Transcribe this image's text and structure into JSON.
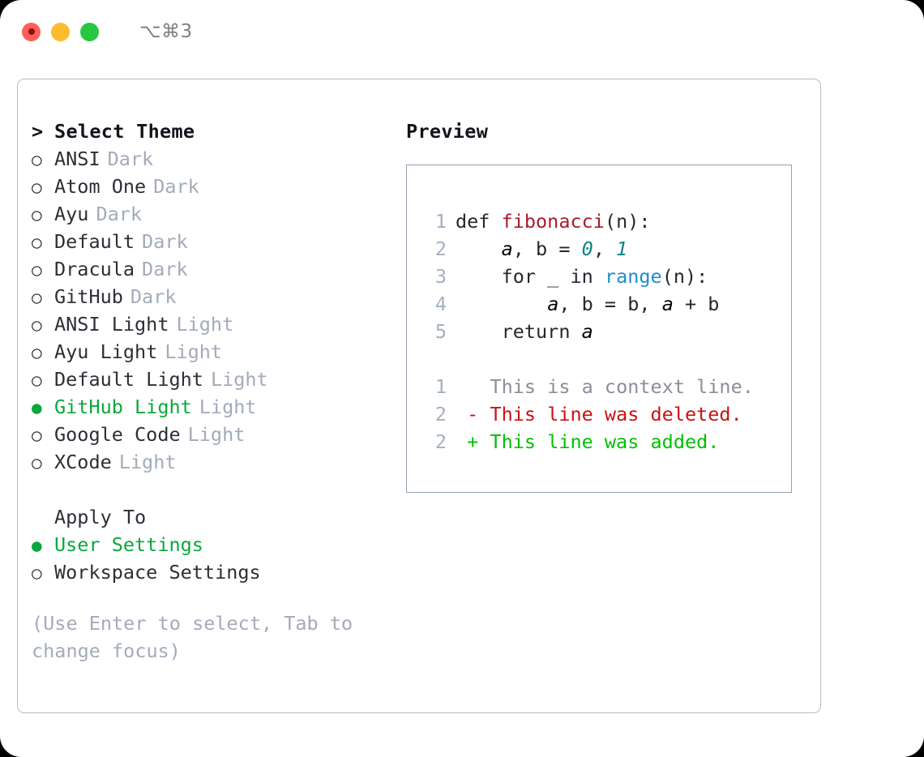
{
  "window": {
    "traffic_lights": [
      "close",
      "minimize",
      "maximize"
    ],
    "shortcut_label": "⌥⌘3",
    "colors": {
      "red": "#ff5f57",
      "yellow": "#fdbc2e",
      "green": "#27c83f",
      "accent_green": "#0aa83c",
      "muted": "#a3abba",
      "panel_border": "#b3bcc8",
      "code_border": "#93a0b0"
    }
  },
  "theme_list": {
    "header_marker": ">",
    "header_label": "Select Theme",
    "items": [
      {
        "marker": "○",
        "label": "ANSI",
        "tag": "Dark",
        "selected": false
      },
      {
        "marker": "○",
        "label": "Atom One",
        "tag": "Dark",
        "selected": false
      },
      {
        "marker": "○",
        "label": "Ayu",
        "tag": "Dark",
        "selected": false
      },
      {
        "marker": "○",
        "label": "Default",
        "tag": "Dark",
        "selected": false
      },
      {
        "marker": "○",
        "label": "Dracula",
        "tag": "Dark",
        "selected": false
      },
      {
        "marker": "○",
        "label": "GitHub",
        "tag": "Dark",
        "selected": false
      },
      {
        "marker": "○",
        "label": "ANSI Light",
        "tag": "Light",
        "selected": false
      },
      {
        "marker": "○",
        "label": "Ayu Light",
        "tag": "Light",
        "selected": false
      },
      {
        "marker": "○",
        "label": "Default Light",
        "tag": "Light",
        "selected": false
      },
      {
        "marker": "●",
        "label": "GitHub Light",
        "tag": "Light",
        "selected": true
      },
      {
        "marker": "○",
        "label": "Google Code",
        "tag": "Light",
        "selected": false
      },
      {
        "marker": "○",
        "label": "XCode",
        "tag": "Light",
        "selected": false
      }
    ]
  },
  "apply_to": {
    "title": "Apply To",
    "items": [
      {
        "marker": "●",
        "label": "User Settings",
        "selected": true
      },
      {
        "marker": "○",
        "label": "Workspace Settings",
        "selected": false
      }
    ]
  },
  "hint": "(Use Enter to select, Tab to change focus)",
  "preview": {
    "title": "Preview",
    "code_lines": [
      {
        "no": "1",
        "tokens": [
          {
            "t": "def ",
            "c": "plain"
          },
          {
            "t": "fibonacci",
            "c": "fn"
          },
          {
            "t": "(n):",
            "c": "plain"
          }
        ]
      },
      {
        "no": "2",
        "tokens": [
          {
            "t": "    ",
            "c": "plain"
          },
          {
            "t": "a",
            "c": "var"
          },
          {
            "t": ", ",
            "c": "plain"
          },
          {
            "t": "b",
            "c": "plain"
          },
          {
            "t": " = ",
            "c": "plain"
          },
          {
            "t": "0",
            "c": "num"
          },
          {
            "t": ", ",
            "c": "plain"
          },
          {
            "t": "1",
            "c": "num"
          }
        ]
      },
      {
        "no": "3",
        "tokens": [
          {
            "t": "    for _ in ",
            "c": "plain"
          },
          {
            "t": "range",
            "c": "call"
          },
          {
            "t": "(n):",
            "c": "plain"
          }
        ]
      },
      {
        "no": "4",
        "tokens": [
          {
            "t": "        ",
            "c": "plain"
          },
          {
            "t": "a",
            "c": "var"
          },
          {
            "t": ", b = b, ",
            "c": "plain"
          },
          {
            "t": "a",
            "c": "var"
          },
          {
            "t": " + b",
            "c": "plain"
          }
        ]
      },
      {
        "no": "5",
        "tokens": [
          {
            "t": "    return ",
            "c": "plain"
          },
          {
            "t": "a",
            "c": "var"
          }
        ]
      }
    ],
    "diff_lines": [
      {
        "no": "1",
        "sign": " ",
        "text": "This is a context line.",
        "kind": "context"
      },
      {
        "no": "2",
        "sign": "-",
        "text": "This line was deleted.",
        "kind": "deleted"
      },
      {
        "no": "2",
        "sign": "+",
        "text": "This line was added.",
        "kind": "added"
      }
    ]
  }
}
